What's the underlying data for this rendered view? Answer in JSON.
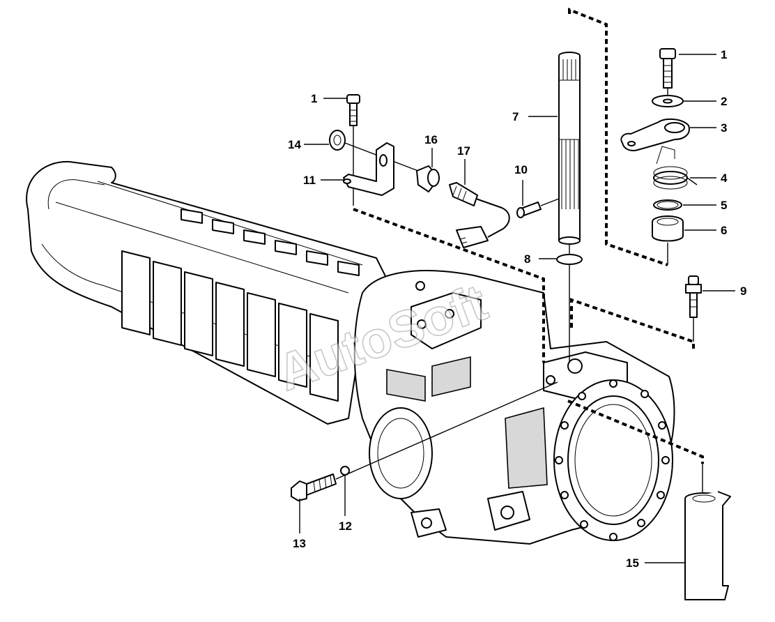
{
  "diagram": {
    "watermark": "AutoSoft",
    "callouts": [
      {
        "id": "c1a",
        "label": "1"
      },
      {
        "id": "c1b",
        "label": "1"
      },
      {
        "id": "c2",
        "label": "2"
      },
      {
        "id": "c3",
        "label": "3"
      },
      {
        "id": "c4",
        "label": "4"
      },
      {
        "id": "c5",
        "label": "5"
      },
      {
        "id": "c6",
        "label": "6"
      },
      {
        "id": "c7",
        "label": "7"
      },
      {
        "id": "c8",
        "label": "8"
      },
      {
        "id": "c9",
        "label": "9"
      },
      {
        "id": "c10",
        "label": "10"
      },
      {
        "id": "c11",
        "label": "11"
      },
      {
        "id": "c12",
        "label": "12"
      },
      {
        "id": "c13",
        "label": "13"
      },
      {
        "id": "c14",
        "label": "14"
      },
      {
        "id": "c15",
        "label": "15"
      },
      {
        "id": "c16",
        "label": "16"
      },
      {
        "id": "c17",
        "label": "17"
      }
    ]
  }
}
